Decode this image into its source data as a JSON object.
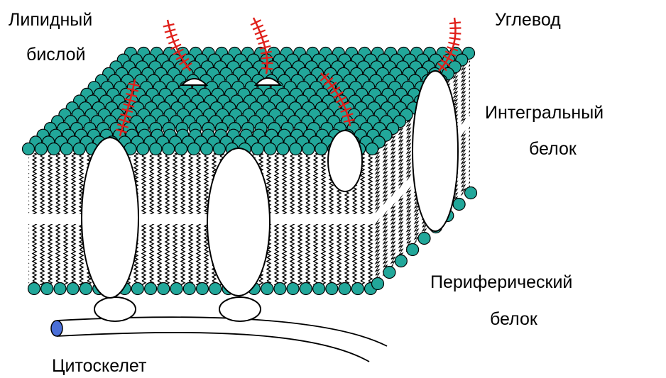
{
  "labels": {
    "lipid_bilayer_line1": "Липидный",
    "lipid_bilayer_line2": "бислой",
    "carbohydrate": "Углевод",
    "integral_protein_line1": "Интегральный",
    "integral_protein_line2": "белок",
    "peripheral_protein_line1": "Периферический",
    "peripheral_protein_line2": "белок",
    "cytoskeleton": "Цитоскелет"
  },
  "colors": {
    "lipid_head": "#22a79a",
    "carbohydrate": "#e0201b",
    "cytoskeleton_end": "#4a6fd8",
    "outline": "#000000",
    "protein_fill": "#ffffff"
  }
}
